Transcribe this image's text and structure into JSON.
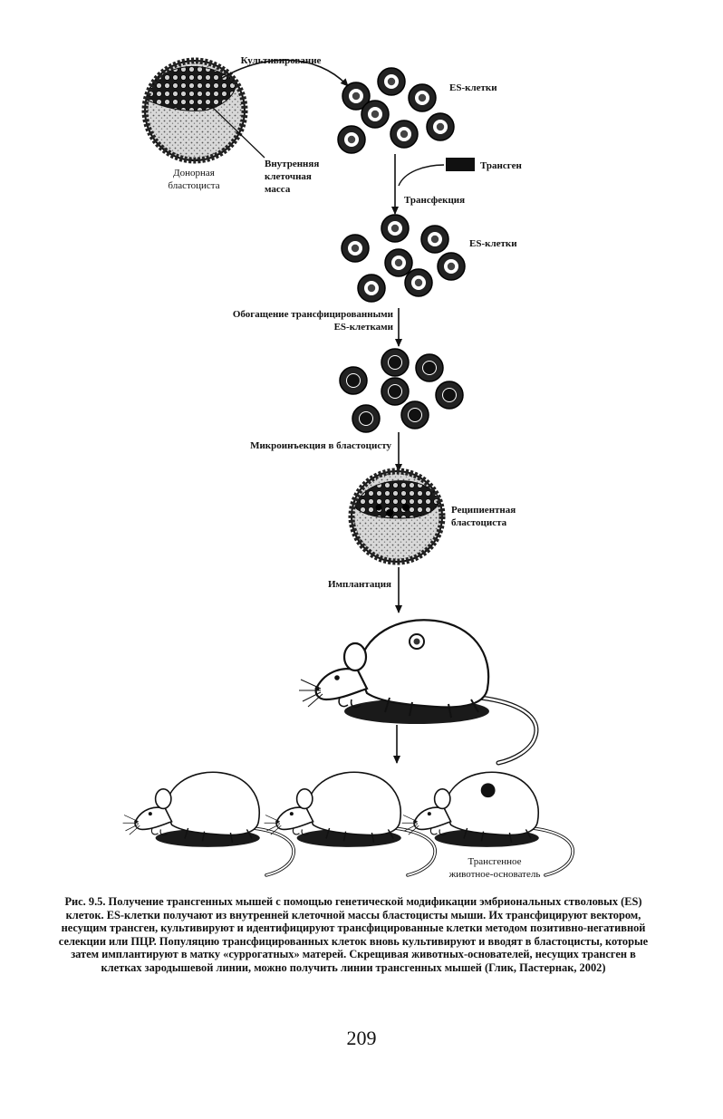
{
  "labels": {
    "cultivation": "Культивирование",
    "es_cells_1": "ES-клетки",
    "donor_1": "Донорная",
    "donor_2": "бластоциста",
    "icm_1": "Внутренняя",
    "icm_2": "клеточная",
    "icm_3": "масса",
    "transgene": "Трансген",
    "transfection": "Трансфекция",
    "es_cells_2": "ES-клетки",
    "enrichment_1": "Обогащение трансфицированными",
    "enrichment_2": "ES-клетками",
    "microinjection": "Микроинъекция в бластоцисту",
    "recipient_1": "Реципиентная",
    "recipient_2": "бластоциста",
    "implantation": "Имплантация",
    "founder_1": "Трансгенное",
    "founder_2": "животное-основатель"
  },
  "caption": "Рис. 9.5. Получение трансгенных мышей с помощью генетической модификации эмбрио­нальных стволовых (ES) клеток. ES-клетки получают из внутренней клеточной массы бластоцисты мыши. Их трансфицируют вектором, несущим трансген, культивируют и идентифицируют трансфицированные клетки методом позитивно-негативной селекции или ПЦР. Популяцию трансфицированных клеток вновь культивируют и вводят в бластоцисты, которые затем имплантируют в матку «суррогатных» матерей. Скрещивая животных-основателей, несущих трансген в клетках зародышевой линии, можно получить линии трансгенных мышей (Глик, Пастернак, 2002)",
  "page_number": "209"
}
